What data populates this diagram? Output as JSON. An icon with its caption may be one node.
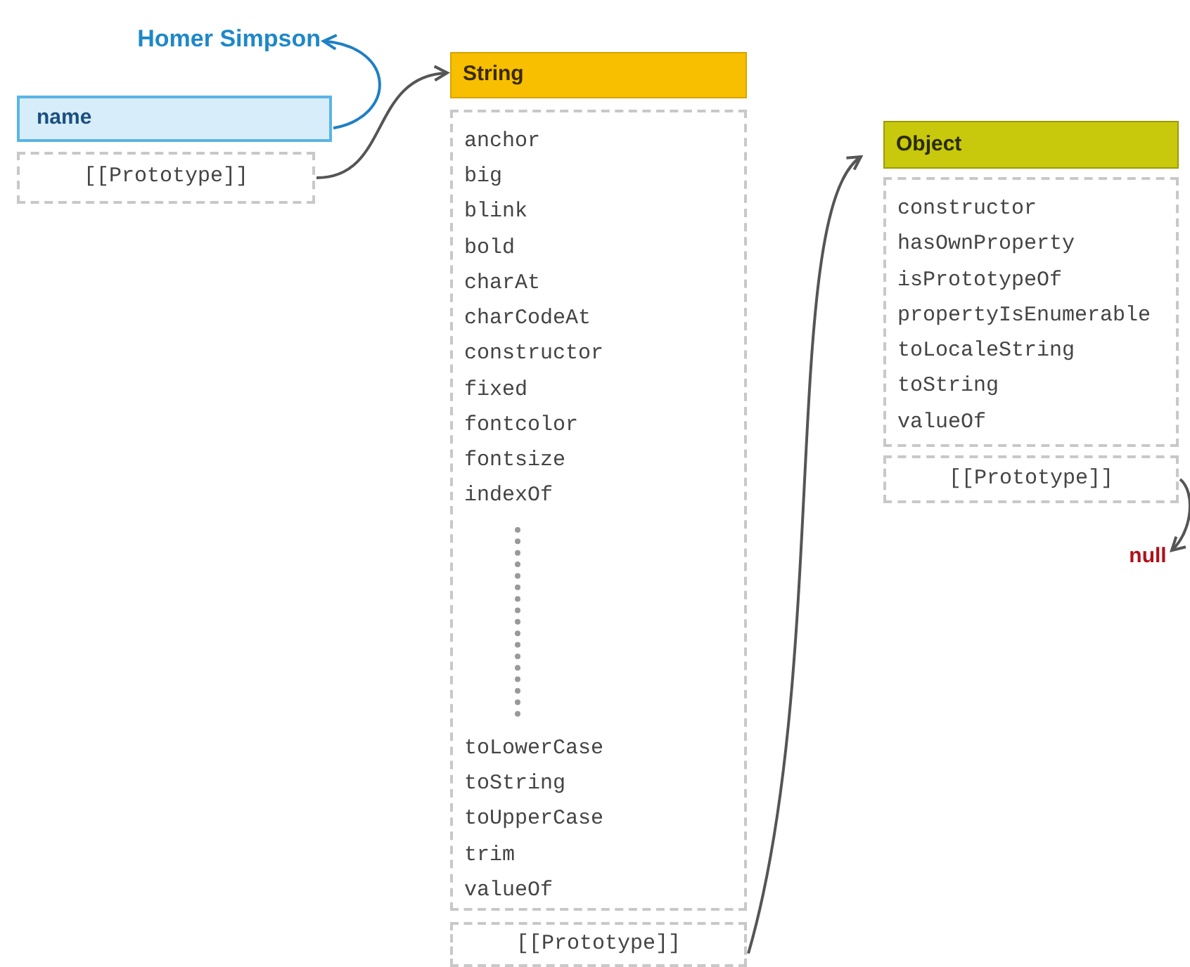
{
  "diagram": {
    "nodes": [
      {
        "text": [
          "Homer Simpson"
        ]
      },
      {
        "text": [
          "name"
        ]
      },
      {
        "text": [
          "[[Prototype]]"
        ]
      },
      {
        "text": [
          "String"
        ]
      },
      {
        "text": [
          "anchor",
          "big",
          "blink",
          "bold",
          "charAt",
          "charCodeAt",
          "constructor",
          "fixed",
          "fontcolor",
          "fontsize",
          "indexOf",
          "toLowerCase",
          "toString",
          "toUpperCase",
          "trim",
          "valueOf"
        ]
      },
      {
        "text": [
          "[[Prototype]]"
        ]
      },
      {
        "text": [
          "Object"
        ]
      },
      {
        "text": [
          "constructor",
          "hasOwnProperty",
          "isPrototypeOf",
          "propertyIsEnumerable",
          "toLocaleString",
          "toString",
          "valueOf"
        ]
      },
      {
        "text": [
          "[[Prototype]]"
        ]
      },
      {
        "text": [
          "null"
        ]
      }
    ],
    "edges": [
      {
        "from": 1,
        "to": 0,
        "arrow": "to",
        "color": "#1e7fc4"
      },
      {
        "from": 2,
        "to": 3,
        "arrow": "to"
      },
      {
        "from": 5,
        "to": 6,
        "arrow": "to"
      },
      {
        "from": 8,
        "to": 9,
        "arrow": "to"
      }
    ]
  }
}
